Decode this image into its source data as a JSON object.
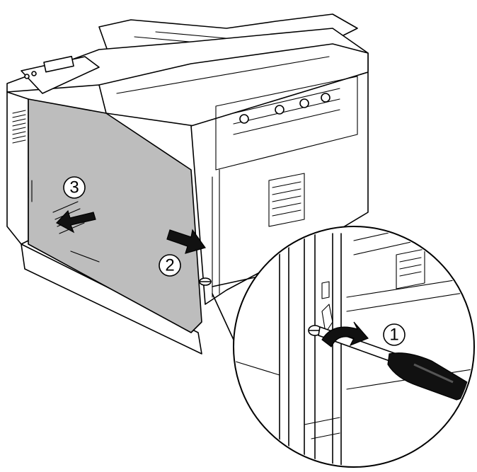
{
  "steps": [
    {
      "number": "1",
      "action": "loosen-screw"
    },
    {
      "number": "2",
      "action": "slide-cover"
    },
    {
      "number": "3",
      "action": "remove-cover"
    }
  ],
  "colors": {
    "line": "#000000",
    "cover": "#bdbdbd",
    "background": "#ffffff",
    "arrow": "#111111"
  },
  "icons": [
    "screwdriver-icon",
    "rotate-arrow-icon",
    "direction-arrow-icon"
  ]
}
